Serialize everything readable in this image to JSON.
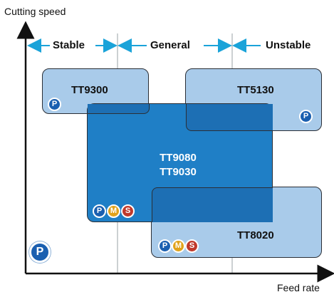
{
  "axes": {
    "y_label": "Cutting speed",
    "x_label": "Feed rate"
  },
  "zones": [
    {
      "label": "Stable"
    },
    {
      "label": "General"
    },
    {
      "label": "Unstable"
    }
  ],
  "regions": {
    "tt9300": {
      "grades": [
        "TT9300"
      ],
      "badges": [
        "P"
      ]
    },
    "tt5130": {
      "grades": [
        "TT5130"
      ],
      "badges": [
        "P"
      ]
    },
    "tt9080_tt9030": {
      "grades": [
        "TT9080",
        "TT9030"
      ],
      "badges": [
        "P",
        "M",
        "S"
      ]
    },
    "tt8020": {
      "grades": [
        "TT8020"
      ],
      "badges": [
        "P",
        "M",
        "S"
      ]
    }
  },
  "legend_badge": "P",
  "colors": {
    "light_region": "#a9cbea",
    "dark_region": "#1f7fc6",
    "overlap_region": "#1d6fb4",
    "arrow_cyan": "#1aa3d9",
    "badge_p": "#1a5fb0",
    "badge_m": "#e0a21a",
    "badge_s": "#c0392b"
  }
}
